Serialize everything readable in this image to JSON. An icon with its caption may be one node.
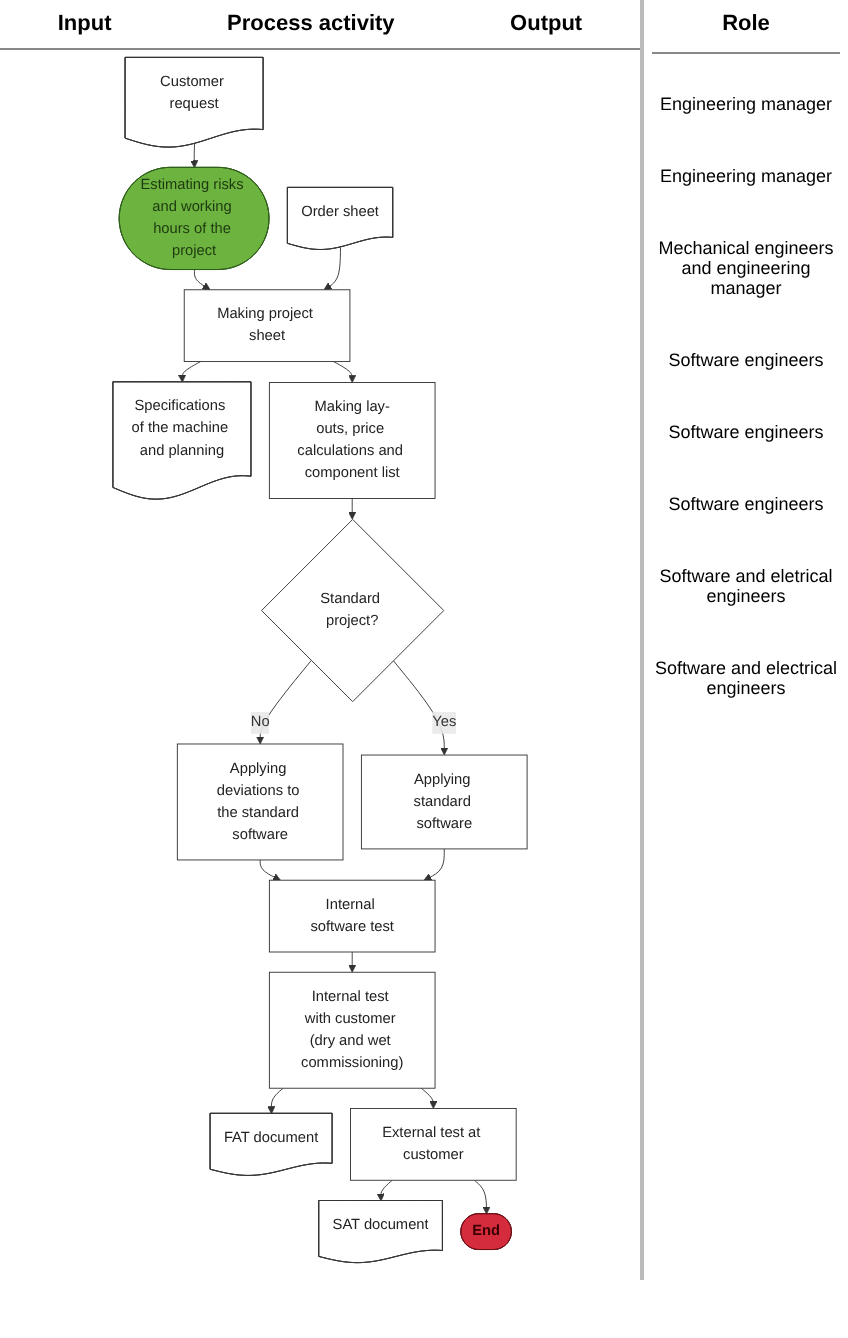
{
  "diagram": {
    "nodes": [
      {
        "text": [
          "Customer request"
        ]
      },
      {
        "text": [
          "Estimating risks and working hours of the project"
        ]
      },
      {
        "text": [
          "Order sheet"
        ]
      },
      {
        "text": [
          "Making project sheet"
        ]
      },
      {
        "text": [
          "Specifications of the machine and planning"
        ]
      },
      {
        "text": [
          "Making lay-outs, price calculations and component list"
        ]
      },
      {
        "text": [
          "Standard project?"
        ]
      },
      {
        "text": [
          "Applying deviations to the standard software"
        ]
      },
      {
        "text": [
          "Applying standard software"
        ]
      },
      {
        "text": [
          "Internal software test"
        ]
      },
      {
        "text": [
          "Internal test with customer (dry and wet commissioning)"
        ]
      },
      {
        "text": [
          "FAT document"
        ]
      },
      {
        "text": [
          "External test at customer"
        ]
      },
      {
        "text": [
          "SAT document"
        ]
      },
      {
        "text": [
          "End"
        ]
      }
    ],
    "edges": [
      {
        "from": 0,
        "to": 1,
        "arrow": "to"
      },
      {
        "from": 1,
        "to": 3,
        "arrow": "to"
      },
      {
        "from": 2,
        "to": 3,
        "arrow": "to"
      },
      {
        "from": 3,
        "to": 4,
        "arrow": "to"
      },
      {
        "from": 3,
        "to": 5,
        "arrow": "to"
      },
      {
        "from": 5,
        "to": 6,
        "arrow": "to"
      },
      {
        "from": 6,
        "to": 7,
        "arrow": "to",
        "label": "No"
      },
      {
        "from": 6,
        "to": 8,
        "arrow": "to",
        "label": "Yes"
      },
      {
        "from": 7,
        "to": 9,
        "arrow": "to"
      },
      {
        "from": 8,
        "to": 9,
        "arrow": "to"
      },
      {
        "from": 9,
        "to": 10,
        "arrow": "to"
      },
      {
        "from": 10,
        "to": 11,
        "arrow": "to"
      },
      {
        "from": 10,
        "to": 12,
        "arrow": "to"
      },
      {
        "from": 12,
        "to": 13,
        "arrow": "to"
      },
      {
        "from": 12,
        "to": 14,
        "arrow": "to"
      }
    ],
    "labels": [
      "Input",
      "Process activity",
      "Output",
      "Role",
      "Engineering manager",
      "Engineering manager",
      "Mechanical engineers and engineering manager",
      "Software engineers",
      "Software engineers",
      "Software engineers",
      "Software and eletrical engineers",
      "Software and electrical engineers"
    ]
  }
}
